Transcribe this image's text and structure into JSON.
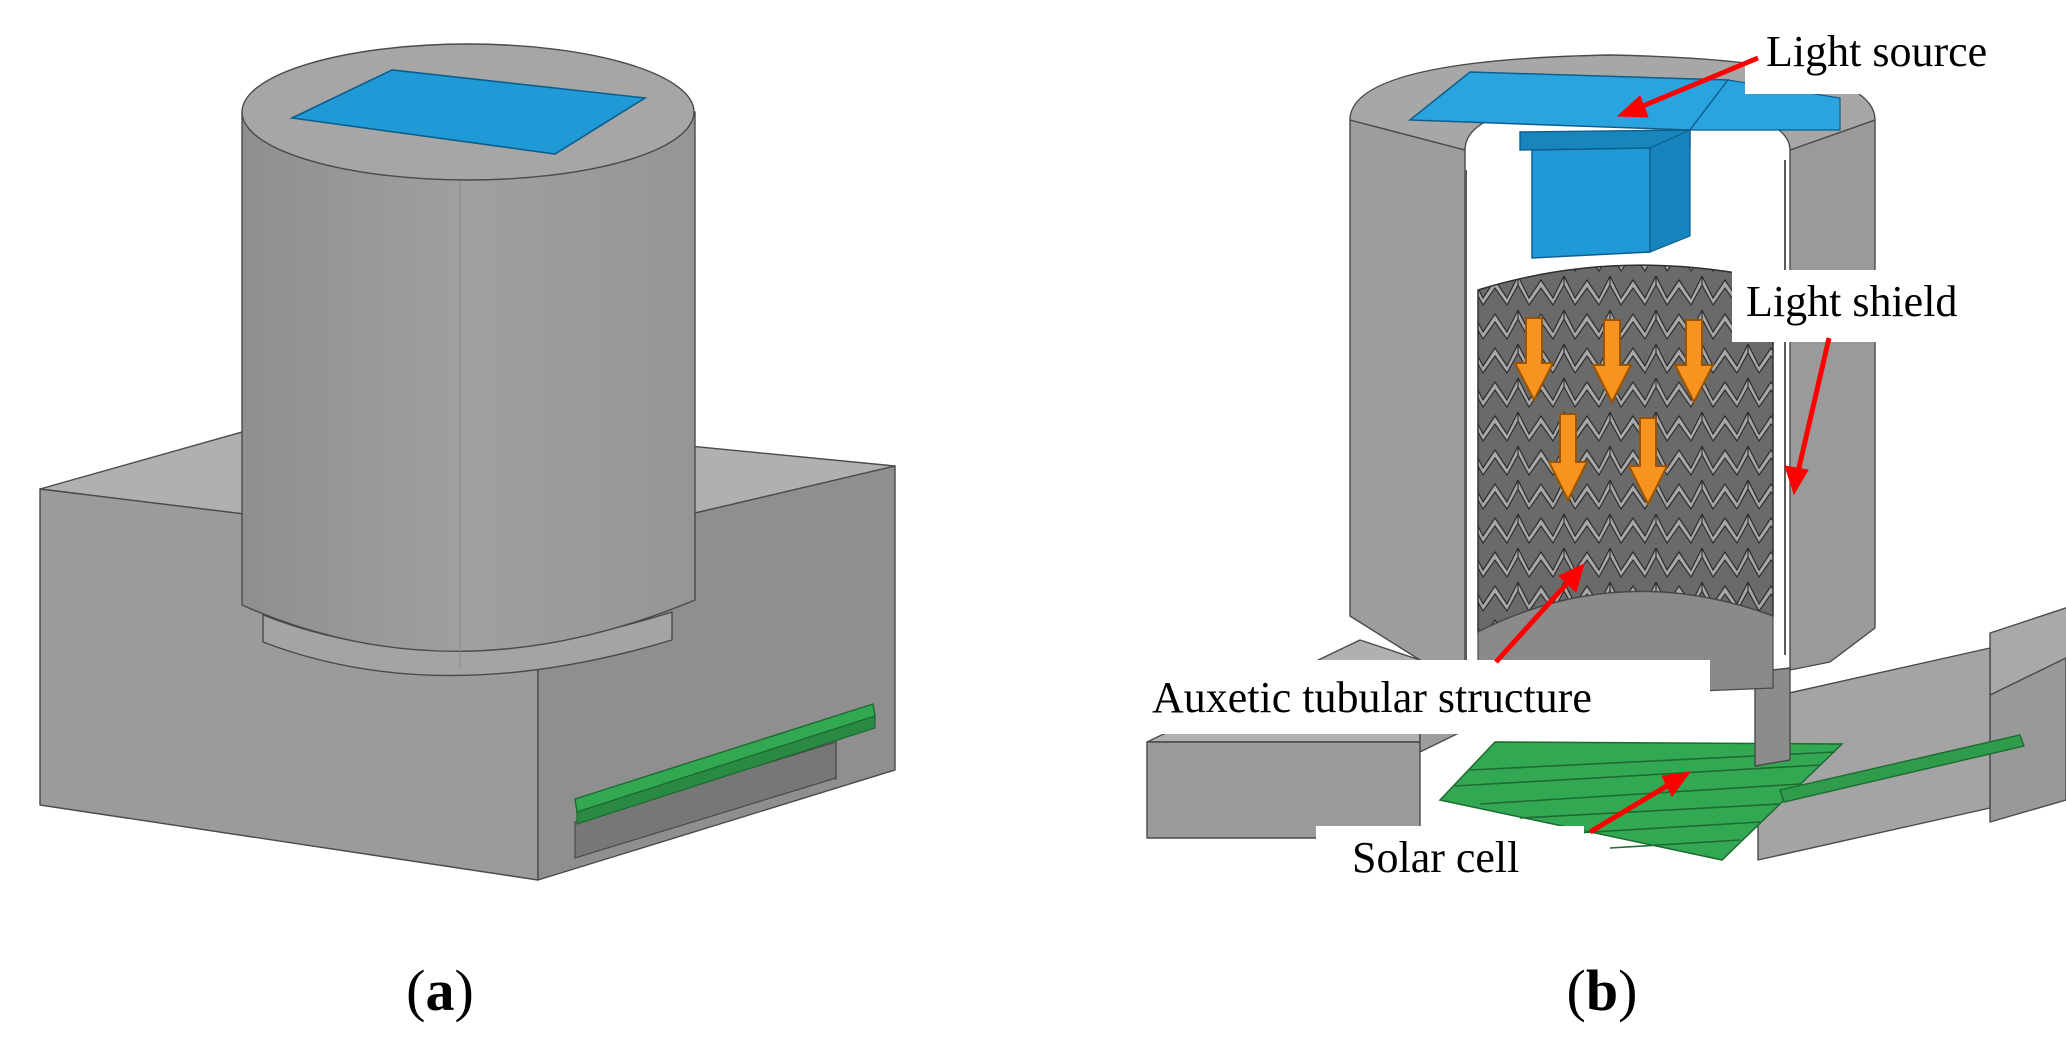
{
  "figure": {
    "panels": [
      {
        "letter": "a",
        "open": "(",
        "close": ")"
      },
      {
        "letter": "b",
        "open": "(",
        "close": ")"
      }
    ],
    "callouts": {
      "light_source": "Light source",
      "light_shield": "Light shield",
      "auxetic": "Auxetic tubular structure",
      "solar_cell": "Solar cell"
    },
    "colors": {
      "body_gray": "#9b9b9b",
      "light_source_blue": "#1f9ad6",
      "solar_green": "#33a852",
      "arrow_red": "#ff0000",
      "flow_orange": "#f7931e",
      "auxetic_dark": "#555555"
    }
  }
}
